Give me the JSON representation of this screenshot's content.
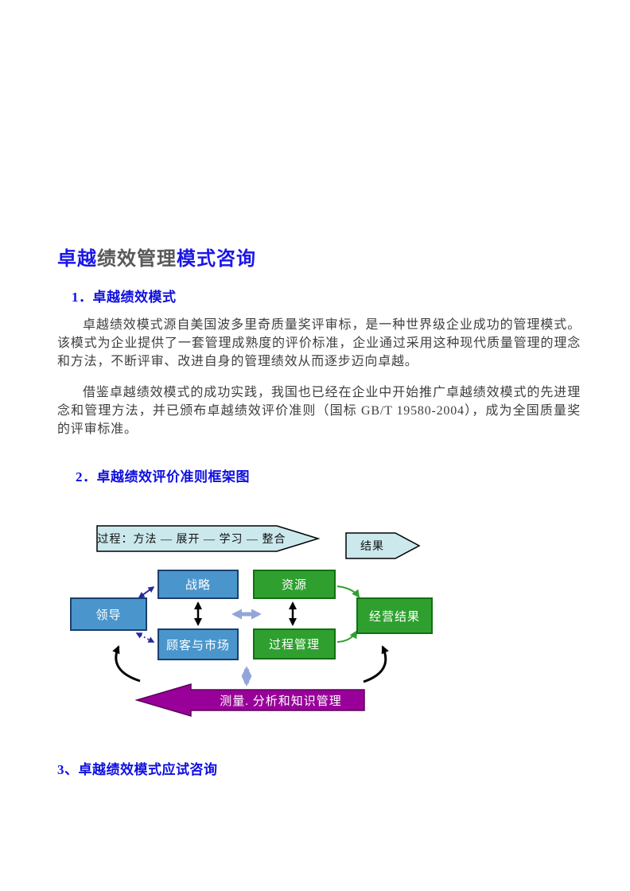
{
  "title": {
    "parts": [
      {
        "text": "卓越",
        "color": "#1b16e8"
      },
      {
        "text": "绩效管理",
        "color": "#58585a"
      },
      {
        "text": "模式咨询",
        "color": "#1b16e8"
      }
    ]
  },
  "sections": {
    "s1": {
      "heading": "1．卓越绩效模式",
      "p1": "卓越绩效模式源自美国波多里奇质量奖评审标，是一种世界级企业成功的管理模式。该模式为企业提供了一套管理成熟度的评价标准，企业通过采用这种现代质量管理的理念和方法，不断评审、改进自身的管理绩效从而逐步迈向卓越。",
      "p2": "借鉴卓越绩效模式的成功实践，我国也已经在企业中开始推广卓越绩效模式的先进理念和管理方法，并已颁布卓越绩效评价准则（国标 GB/T 19580-2004），成为全国质量奖的评审标准。"
    },
    "s2": {
      "heading": "2．卓越绩效评价准则框架图"
    },
    "s3": {
      "heading": "3、卓越绩效模式应试咨询"
    }
  },
  "diagram": {
    "process_arrow": "过程：方法 — 展开 — 学习 — 整合",
    "result_arrow": "结果",
    "boxes": {
      "strategy": "战略",
      "resources": "资源",
      "leadership": "领导",
      "business_results": "经营结果",
      "customers_market": "顾客与市场",
      "process_management": "过程管理"
    },
    "bottom_arrow": "测量. 分析和知识管理",
    "colors": {
      "blue_box": "#4a96cc",
      "green_box": "#2fa02f",
      "cyan_arrow": "#cbe9ed",
      "purple_arrow": "#990099",
      "steel_arrow": "#93a5d8",
      "heading_blue": "#0f0fe0",
      "title_blue": "#1b16e8",
      "title_gray": "#58585a",
      "body_text": "#3f3f3f"
    }
  }
}
